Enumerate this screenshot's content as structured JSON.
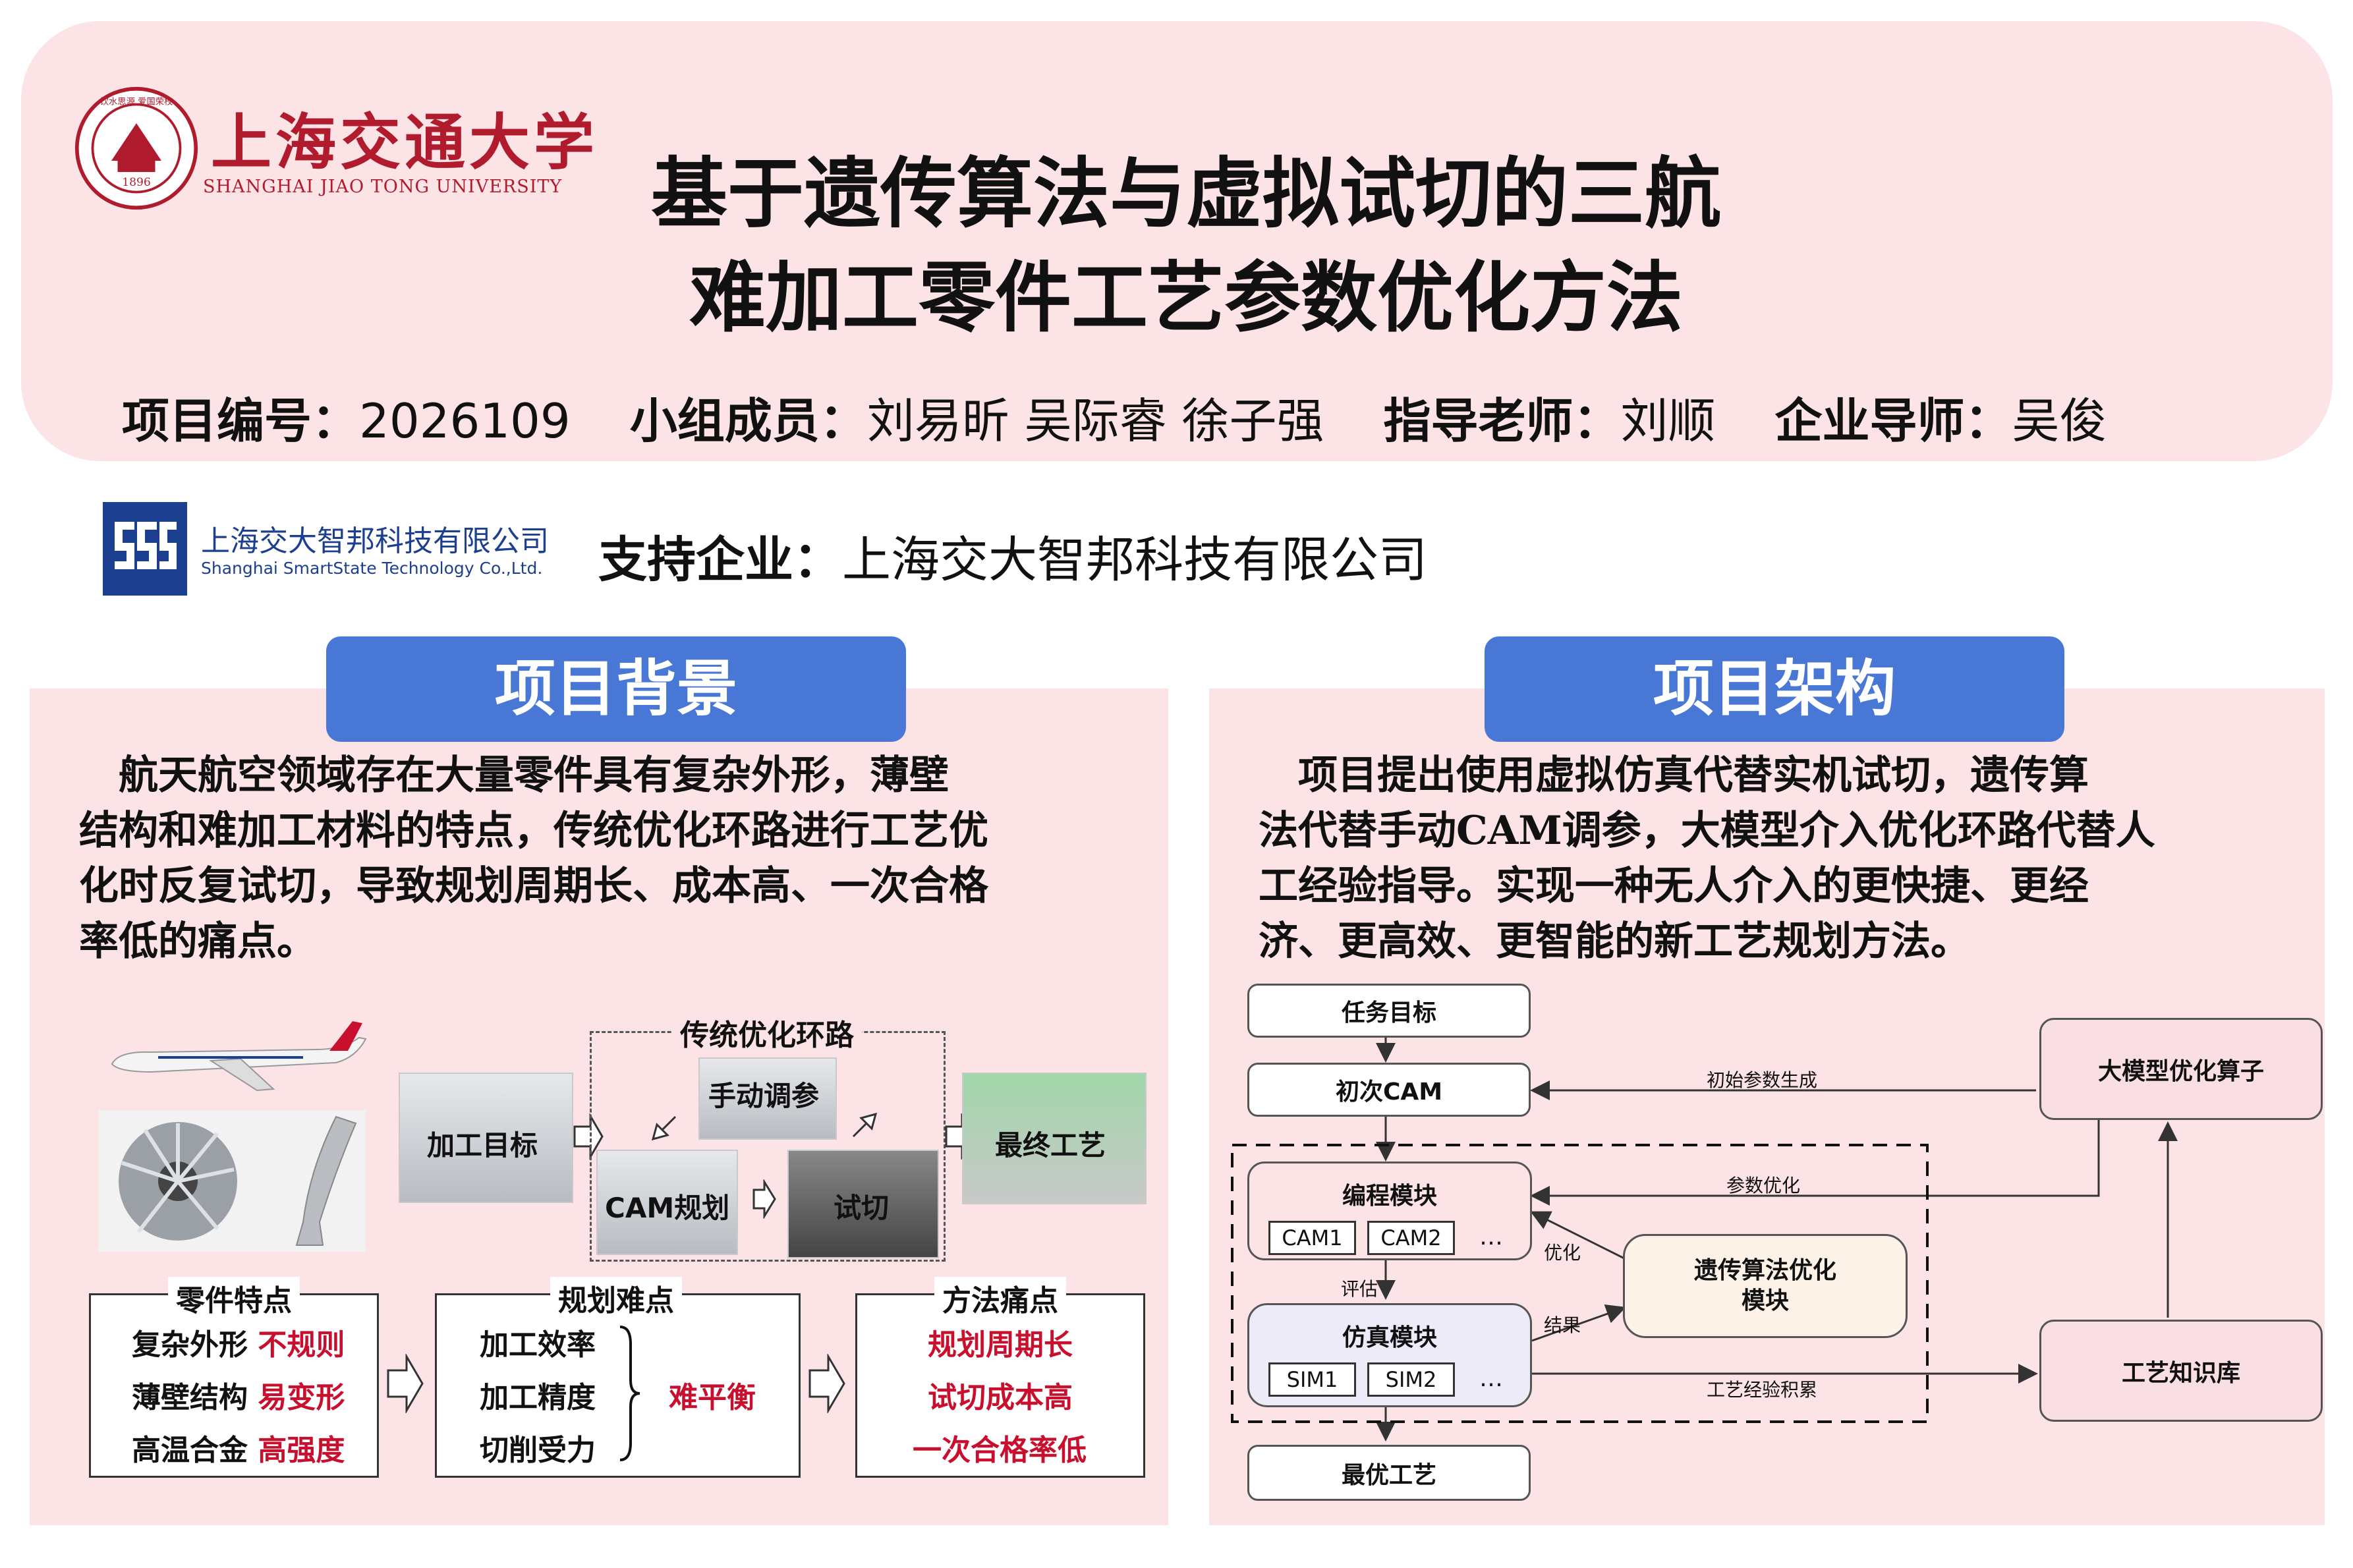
{
  "university": {
    "name_cn": "上海交通大学",
    "name_en": "SHANGHAI JIAO TONG UNIVERSITY",
    "seal_text": "饮水思源 爱国荣校",
    "seal_year": "1896"
  },
  "title": {
    "line1": "基于遗传算法与虚拟试切的三航",
    "line2": "难加工零件工艺参数优化方法"
  },
  "meta": {
    "project_no_label": "项目编号：",
    "project_no": "2026109",
    "members_label": "小组成员：",
    "members": "刘易昕 吴际睿 徐子强",
    "advisor_label": "指导老师：",
    "advisor": "刘顺",
    "mentor_label": "企业导师：",
    "mentor": "吴俊"
  },
  "company": {
    "logo_cn": "上海交大智邦科技有限公司",
    "logo_en": "Shanghai SmartState Technology Co.,Ltd.",
    "support_label": "支持企业：",
    "support_value": "上海交大智邦科技有限公司"
  },
  "background": {
    "tab": "项目背景",
    "para": [
      "　航天航空领域存在大量零件具有复杂外形，薄壁",
      "结构和难加工材料的特点，传统优化环路进行工艺优",
      "化时反复试切，导致规划周期长、成本高、一次合格",
      "率低的痛点。"
    ],
    "loop_title": "传统优化环路",
    "steps": {
      "target": "加工目标",
      "manual": "手动调参",
      "cam": "CAM规划",
      "trial": "试切",
      "final": "最终工艺"
    },
    "features": {
      "title": "零件特点",
      "rows": [
        {
          "k": "复杂外形",
          "v": "不规则"
        },
        {
          "k": "薄壁结构",
          "v": "易变形"
        },
        {
          "k": "高温合金",
          "v": "高强度"
        }
      ]
    },
    "difficulty": {
      "title": "规划难点",
      "rows": [
        "加工效率",
        "加工精度",
        "切削受力"
      ],
      "result": "难平衡"
    },
    "pain": {
      "title": "方法痛点",
      "rows": [
        "规划周期长",
        "试切成本高",
        "一次合格率低"
      ]
    }
  },
  "architecture": {
    "tab": "项目架构",
    "para": [
      "　项目提出使用虚拟仿真代替实机试切，遗传算",
      "法代替手动CAM调参，大模型介入优化环路代替人",
      "工经验指导。实现一种无人介入的更快捷、更经",
      "济、更高效、更智能的新工艺规划方法。"
    ],
    "nodes": {
      "task": "任务目标",
      "cam_init": "初次CAM",
      "prog": "编程模块",
      "sim": "仿真模块",
      "best": "最优工艺",
      "llm": "大模型优化算子",
      "ga_line1": "遗传算法优化",
      "ga_line2": "模块",
      "kb": "工艺知识库"
    },
    "mini": {
      "cam1": "CAM1",
      "cam2": "CAM2",
      "sim1": "SIM1",
      "sim2": "SIM2",
      "ellipsis": "…"
    },
    "edges": {
      "init_param": "初始参数生成",
      "param_opt": "参数优化",
      "optimize": "优化",
      "evaluate": "评估",
      "result": "结果",
      "accumulate": "工艺经验积累"
    }
  },
  "colors": {
    "band": "#fbe3e6",
    "tab": "#4877d6",
    "sjtu_red": "#b01c2e",
    "company_blue": "#1c3f8f",
    "emphasis_red": "#c8102e"
  }
}
